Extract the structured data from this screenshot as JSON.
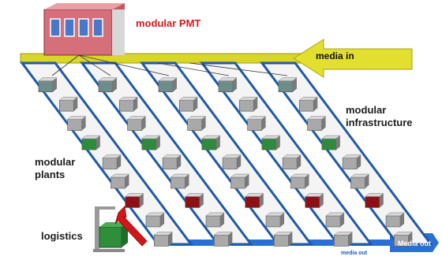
{
  "labels": {
    "modular_pmt": "modular PMT",
    "media_in": "media in",
    "modular_infrastructure": [
      "modular",
      "infrastructure"
    ],
    "modular_plants": [
      "modular",
      "plants"
    ],
    "logistics": "logistics",
    "media_out_box": "Media out",
    "media_out_small": "media out"
  },
  "colors": {
    "pmt_box": "#d5707a",
    "pmt_windows": "#4a78c8",
    "media_in_arrow": "#e2df2e",
    "media_out_arrow": "#2a6fd3",
    "plant_lane_frame": "#1f5aa6",
    "plant_lane_fill": "#f4f4f4",
    "module_grey": "#a9a9a9",
    "module_green": "#2e8b3e",
    "module_darkred": "#8e1014",
    "logistics_green": "#2f8e3a",
    "logistics_arrow": "#d0161b"
  },
  "modules": {
    "plant_count": 5,
    "per_plant": [
      "teal",
      "grey",
      "grey",
      "green",
      "grey",
      "grey",
      "darkred",
      "grey",
      "grey"
    ]
  }
}
